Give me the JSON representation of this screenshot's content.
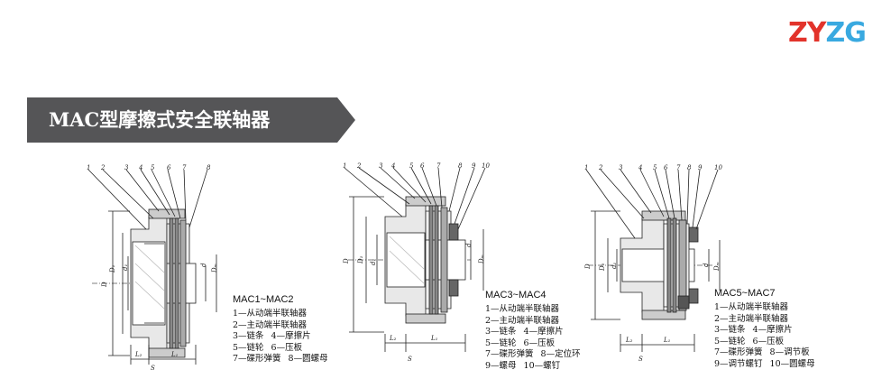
{
  "logo": {
    "part1": "ZY",
    "part2": "ZG"
  },
  "banner": {
    "title": "MAC型摩擦式安全联轴器"
  },
  "colors": {
    "logo_red": "#e2332b",
    "logo_blue": "#39a9e0",
    "banner_bg": "#555557"
  },
  "figures": [
    {
      "model": "MAC1~MAC2",
      "part_numbers": [
        "1",
        "2",
        "3",
        "4",
        "5",
        "6",
        "7",
        "8"
      ],
      "dims": {
        "D": "D",
        "D1": "D₁",
        "d1": "d₁",
        "d": "d",
        "Dm": "Dₘ",
        "L2": "L₂",
        "L1": "L₁",
        "S": "S"
      },
      "legend": [
        [
          "1—从动端半联轴器"
        ],
        [
          "2—主动端半联轴器"
        ],
        [
          "3—链条",
          "4—摩擦片"
        ],
        [
          "5—链轮",
          "6—压板"
        ],
        [
          "7—碟形弹簧",
          "8—圆螺母"
        ]
      ]
    },
    {
      "model": "MAC3~MAC4",
      "part_numbers": [
        "1",
        "2",
        "3",
        "4",
        "5",
        "6",
        "7",
        "8",
        "9",
        "10"
      ],
      "dims": {
        "D": "D",
        "D1": "D₁",
        "d1": "d₁",
        "d": "d",
        "Dm": "Dₘ",
        "L2": "L₂",
        "L1": "L₁",
        "S": "S"
      },
      "legend": [
        [
          "1—从动端半联轴器"
        ],
        [
          "2—主动端半联轴器"
        ],
        [
          "3—链条",
          "4—摩擦片"
        ],
        [
          "5—链轮",
          "6—压板"
        ],
        [
          "7—碟形弹簧",
          "8—定位环"
        ],
        [
          "9—螺母",
          "10—螺钉"
        ]
      ]
    },
    {
      "model": "MAC5~MAC7",
      "part_numbers": [
        "1",
        "2",
        "3",
        "4",
        "5",
        "6",
        "7",
        "8",
        "9",
        "10"
      ],
      "dims": {
        "D": "D",
        "D1": "D₁",
        "d1": "d₁",
        "d": "d",
        "Dm": "Dₘ",
        "L2": "L₂",
        "L1": "L₁",
        "S": "S"
      },
      "legend": [
        [
          "1—从动端半联轴器"
        ],
        [
          "2—主动端半联轴器"
        ],
        [
          "3—链条",
          "4—摩擦片"
        ],
        [
          "5—链轮",
          "6—压板"
        ],
        [
          "7—碟形弹簧",
          "8—调节板"
        ],
        [
          "9—调节螺钉",
          "10—圆螺母"
        ]
      ]
    }
  ]
}
